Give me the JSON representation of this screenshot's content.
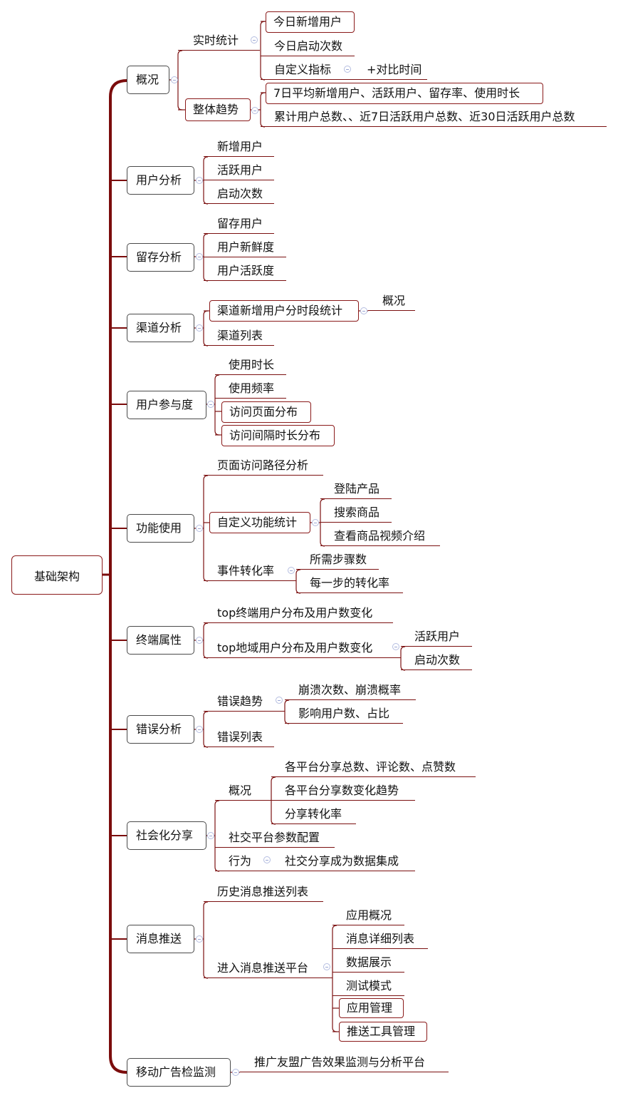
{
  "root": {
    "label": "基础架构"
  },
  "colors": {
    "line": "#7b1010",
    "trunk": "#7b0c0c",
    "toggle": "#b4bde0"
  },
  "branches": [
    {
      "label": "概况",
      "children": [
        {
          "label": "实时统计",
          "children": [
            {
              "label": "今日新增用户"
            },
            {
              "label": "今日启动次数"
            },
            {
              "label": "自定义指标",
              "children": [
                {
                  "label": "+对比时间"
                }
              ]
            }
          ]
        },
        {
          "label": "整体趋势",
          "children": [
            {
              "label": "7日平均新增用户、活跃用户、留存率、使用时长"
            },
            {
              "label": "累计用户总数、、近7日活跃用户总数、近30日活跃用户总数"
            }
          ]
        }
      ]
    },
    {
      "label": "用户分析",
      "children": [
        {
          "label": "新增用户"
        },
        {
          "label": "活跃用户"
        },
        {
          "label": "启动次数"
        }
      ]
    },
    {
      "label": "留存分析",
      "children": [
        {
          "label": "留存用户"
        },
        {
          "label": "用户新鲜度"
        },
        {
          "label": "用户活跃度"
        }
      ]
    },
    {
      "label": "渠道分析",
      "children": [
        {
          "label": "渠道新增用户分时段统计",
          "children": [
            {
              "label": "概况"
            }
          ]
        },
        {
          "label": "渠道列表"
        }
      ]
    },
    {
      "label": "用户参与度",
      "children": [
        {
          "label": "使用时长"
        },
        {
          "label": "使用频率"
        },
        {
          "label": "访问页面分布"
        },
        {
          "label": "访问间隔时长分布"
        }
      ]
    },
    {
      "label": "功能使用",
      "children": [
        {
          "label": "页面访问路径分析"
        },
        {
          "label": "自定义功能统计",
          "children": [
            {
              "label": "登陆产品"
            },
            {
              "label": "搜索商品"
            },
            {
              "label": "查看商品视频介绍"
            }
          ]
        },
        {
          "label": "事件转化率",
          "children": [
            {
              "label": "所需步骤数"
            },
            {
              "label": "每一步的转化率"
            }
          ]
        }
      ]
    },
    {
      "label": "终端属性",
      "children": [
        {
          "label": "top终端用户分布及用户数变化"
        },
        {
          "label": "top地域用户分布及用户数变化",
          "children": [
            {
              "label": "活跃用户"
            },
            {
              "label": "启动次数"
            }
          ]
        }
      ]
    },
    {
      "label": "错误分析",
      "children": [
        {
          "label": "错误趋势",
          "children": [
            {
              "label": "崩溃次数、崩溃概率"
            },
            {
              "label": "影响用户数、占比"
            }
          ]
        },
        {
          "label": "错误列表"
        }
      ]
    },
    {
      "label": "社会化分享",
      "children": [
        {
          "label": "概况",
          "children": [
            {
              "label": "各平台分享总数、评论数、点赞数"
            },
            {
              "label": "各平台分享数变化趋势"
            },
            {
              "label": "分享转化率"
            }
          ]
        },
        {
          "label": "社交平台参数配置"
        },
        {
          "label": "行为",
          "children": [
            {
              "label": "社交分享成为数据集成"
            }
          ]
        }
      ]
    },
    {
      "label": "消息推送",
      "children": [
        {
          "label": "历史消息推送列表"
        },
        {
          "label": "进入消息推送平台",
          "children": [
            {
              "label": "应用概况"
            },
            {
              "label": "消息详细列表"
            },
            {
              "label": "数据展示"
            },
            {
              "label": "测试模式"
            },
            {
              "label": "应用管理"
            },
            {
              "label": "推送工具管理"
            }
          ]
        }
      ]
    },
    {
      "label": "移动广告检监测",
      "children": [
        {
          "label": "推广友盟广告效果监测与分析平台"
        }
      ]
    }
  ]
}
